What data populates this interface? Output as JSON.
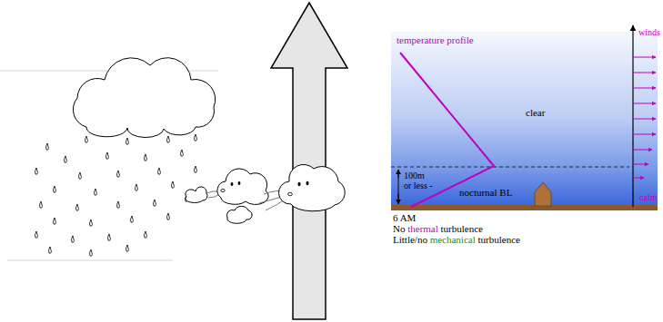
{
  "diagram": {
    "labels": [
      "temperature profile",
      "winds",
      "clear",
      "100m or less -",
      "nocturnal BL",
      "calm",
      "6 AM",
      "No thermal turbulence",
      "Little/no mechanical turbulence"
    ]
  }
}
